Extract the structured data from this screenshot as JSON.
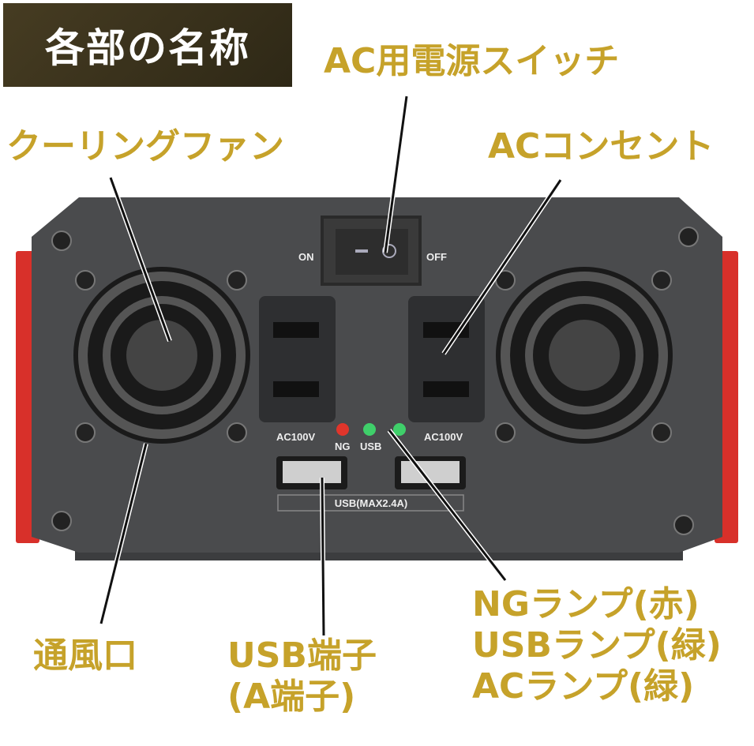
{
  "title": "各部の名称",
  "labels": {
    "switch": "AC用電源スイッチ",
    "fan": "クーリングファン",
    "outlet": "ACコンセント",
    "vent": "通風口",
    "usb_line1": "USB端子",
    "usb_line2": "(A端子)",
    "lamp_line1": "NGランプ(赤)",
    "lamp_line2": "USBランプ(緑)",
    "lamp_line3": "ACランプ(緑)"
  },
  "panel": {
    "switch_on": "ON",
    "switch_off": "OFF",
    "outlet_left": "AC100V",
    "outlet_right": "AC100V",
    "led_ng": "NG",
    "led_usb": "USB",
    "usb_rating": "USB(MAX2.4A)"
  },
  "colors": {
    "label_gold": "#c6a22a",
    "panel": "#4a4b4d",
    "fin_red": "#d8302a",
    "led_red": "#e0352b",
    "led_green": "#3fcf6a"
  }
}
